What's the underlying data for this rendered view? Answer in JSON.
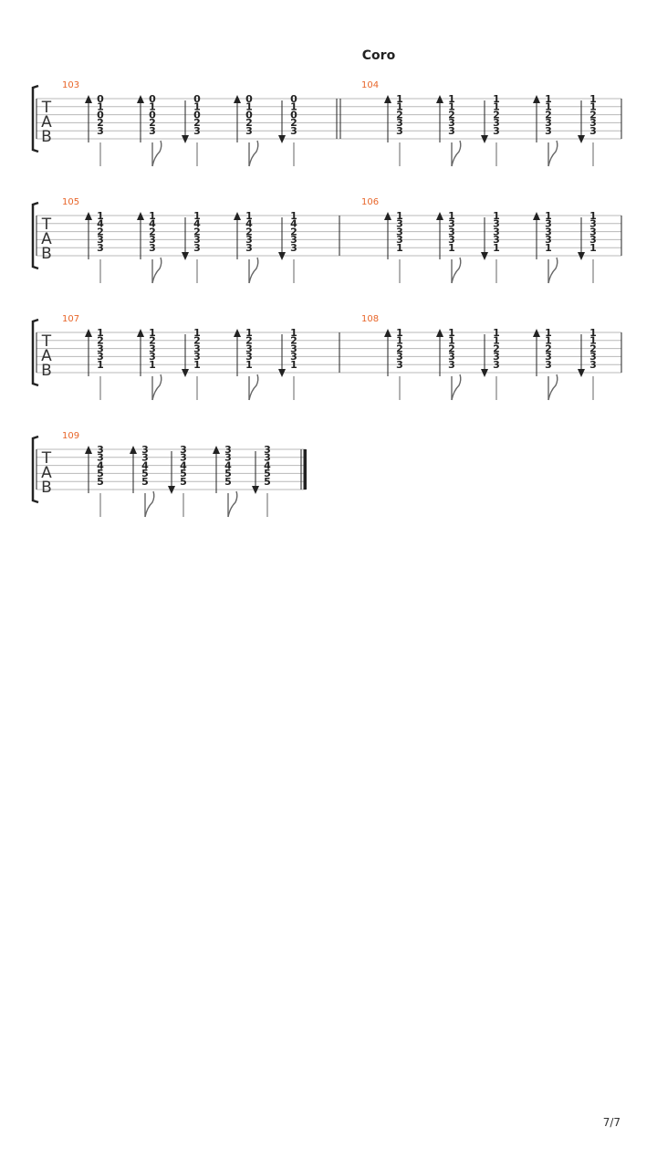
{
  "section_title": "Coro",
  "page_number": "7/7",
  "tab_clef": [
    "T",
    "A",
    "B"
  ],
  "systems": [
    {
      "measures": [
        {
          "number": "103",
          "chords": [
            {
              "stroke": "up",
              "tail": "plain",
              "frets": [
                "0",
                "1",
                "0",
                "2",
                "3"
              ]
            },
            {
              "stroke": "up",
              "tail": "flag",
              "frets": [
                "0",
                "1",
                "0",
                "2",
                "3"
              ]
            },
            {
              "stroke": "down",
              "tail": "plain",
              "frets": [
                "0",
                "1",
                "0",
                "2",
                "3"
              ]
            },
            {
              "stroke": "up",
              "tail": "flag",
              "frets": [
                "0",
                "1",
                "0",
                "2",
                "3"
              ]
            },
            {
              "stroke": "down",
              "tail": "plain",
              "frets": [
                "0",
                "1",
                "0",
                "2",
                "3"
              ]
            }
          ]
        },
        {
          "number": "104",
          "chords": [
            {
              "stroke": "up",
              "tail": "plain",
              "frets": [
                "1",
                "1",
                "2",
                "3",
                "3"
              ]
            },
            {
              "stroke": "up",
              "tail": "flag",
              "frets": [
                "1",
                "1",
                "2",
                "3",
                "3"
              ]
            },
            {
              "stroke": "down",
              "tail": "plain",
              "frets": [
                "1",
                "1",
                "2",
                "3",
                "3"
              ]
            },
            {
              "stroke": "up",
              "tail": "flag",
              "frets": [
                "1",
                "1",
                "2",
                "3",
                "3"
              ]
            },
            {
              "stroke": "down",
              "tail": "plain",
              "frets": [
                "1",
                "1",
                "2",
                "3",
                "3"
              ]
            }
          ]
        }
      ]
    },
    {
      "measures": [
        {
          "number": "105",
          "chords": [
            {
              "stroke": "up",
              "tail": "plain",
              "frets": [
                "1",
                "4",
                "2",
                "3",
                "3"
              ]
            },
            {
              "stroke": "up",
              "tail": "flag",
              "frets": [
                "1",
                "4",
                "2",
                "3",
                "3"
              ]
            },
            {
              "stroke": "down",
              "tail": "plain",
              "frets": [
                "1",
                "4",
                "2",
                "3",
                "3"
              ]
            },
            {
              "stroke": "up",
              "tail": "flag",
              "frets": [
                "1",
                "4",
                "2",
                "3",
                "3"
              ]
            },
            {
              "stroke": "down",
              "tail": "plain",
              "frets": [
                "1",
                "4",
                "2",
                "3",
                "3"
              ]
            }
          ]
        },
        {
          "number": "106",
          "chords": [
            {
              "stroke": "up",
              "tail": "plain",
              "frets": [
                "1",
                "3",
                "3",
                "3",
                "1"
              ]
            },
            {
              "stroke": "up",
              "tail": "flag",
              "frets": [
                "1",
                "3",
                "3",
                "3",
                "1"
              ]
            },
            {
              "stroke": "down",
              "tail": "plain",
              "frets": [
                "1",
                "3",
                "3",
                "3",
                "1"
              ]
            },
            {
              "stroke": "up",
              "tail": "flag",
              "frets": [
                "1",
                "3",
                "3",
                "3",
                "1"
              ]
            },
            {
              "stroke": "down",
              "tail": "plain",
              "frets": [
                "1",
                "3",
                "3",
                "3",
                "1"
              ]
            }
          ]
        }
      ]
    },
    {
      "measures": [
        {
          "number": "107",
          "chords": [
            {
              "stroke": "up",
              "tail": "plain",
              "frets": [
                "1",
                "2",
                "3",
                "3",
                "1"
              ]
            },
            {
              "stroke": "up",
              "tail": "flag",
              "frets": [
                "1",
                "2",
                "3",
                "3",
                "1"
              ]
            },
            {
              "stroke": "down",
              "tail": "plain",
              "frets": [
                "1",
                "2",
                "3",
                "3",
                "1"
              ]
            },
            {
              "stroke": "up",
              "tail": "flag",
              "frets": [
                "1",
                "2",
                "3",
                "3",
                "1"
              ]
            },
            {
              "stroke": "down",
              "tail": "plain",
              "frets": [
                "1",
                "2",
                "3",
                "3",
                "1"
              ]
            }
          ]
        },
        {
          "number": "108",
          "chords": [
            {
              "stroke": "up",
              "tail": "plain",
              "frets": [
                "1",
                "1",
                "2",
                "3",
                "3"
              ]
            },
            {
              "stroke": "up",
              "tail": "flag",
              "frets": [
                "1",
                "1",
                "2",
                "3",
                "3"
              ]
            },
            {
              "stroke": "down",
              "tail": "plain",
              "frets": [
                "1",
                "1",
                "2",
                "3",
                "3"
              ]
            },
            {
              "stroke": "up",
              "tail": "flag",
              "frets": [
                "1",
                "1",
                "2",
                "3",
                "3"
              ]
            },
            {
              "stroke": "down",
              "tail": "plain",
              "frets": [
                "1",
                "1",
                "2",
                "3",
                "3"
              ]
            }
          ]
        }
      ]
    },
    {
      "measures": [
        {
          "number": "109",
          "chords": [
            {
              "stroke": "up",
              "tail": "plain",
              "frets": [
                "3",
                "3",
                "4",
                "5",
                "5"
              ]
            },
            {
              "stroke": "up",
              "tail": "flag",
              "frets": [
                "3",
                "3",
                "4",
                "5",
                "5"
              ]
            },
            {
              "stroke": "down",
              "tail": "plain",
              "frets": [
                "3",
                "3",
                "4",
                "5",
                "5"
              ]
            },
            {
              "stroke": "up",
              "tail": "flag",
              "frets": [
                "3",
                "3",
                "4",
                "5",
                "5"
              ]
            },
            {
              "stroke": "down",
              "tail": "plain",
              "frets": [
                "3",
                "3",
                "4",
                "5",
                "5"
              ]
            }
          ]
        }
      ]
    }
  ],
  "colors": {
    "measure_number": "#e8662a",
    "staff_line": "#b8b8b8",
    "ink": "#222222"
  }
}
